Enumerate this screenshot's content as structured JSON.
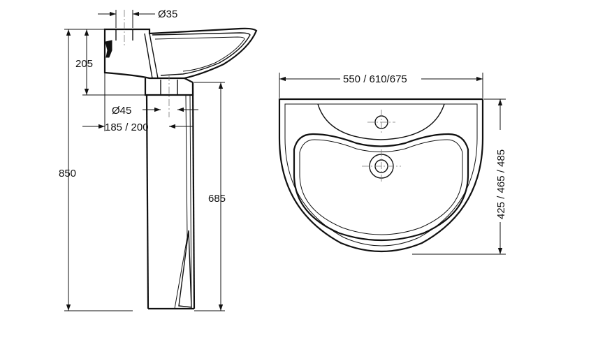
{
  "drawing": {
    "side_view": {
      "dim_tap_hole": "Ø35",
      "dim_basin_height": "205",
      "dim_total_height": "850",
      "dim_drain": "Ø45",
      "dim_projection": "185 / 200",
      "dim_pedestal_height": "685"
    },
    "top_view": {
      "dim_width": "550 / 610/675",
      "dim_depth": "425 / 465 / 485"
    },
    "line_color": "#111111"
  }
}
